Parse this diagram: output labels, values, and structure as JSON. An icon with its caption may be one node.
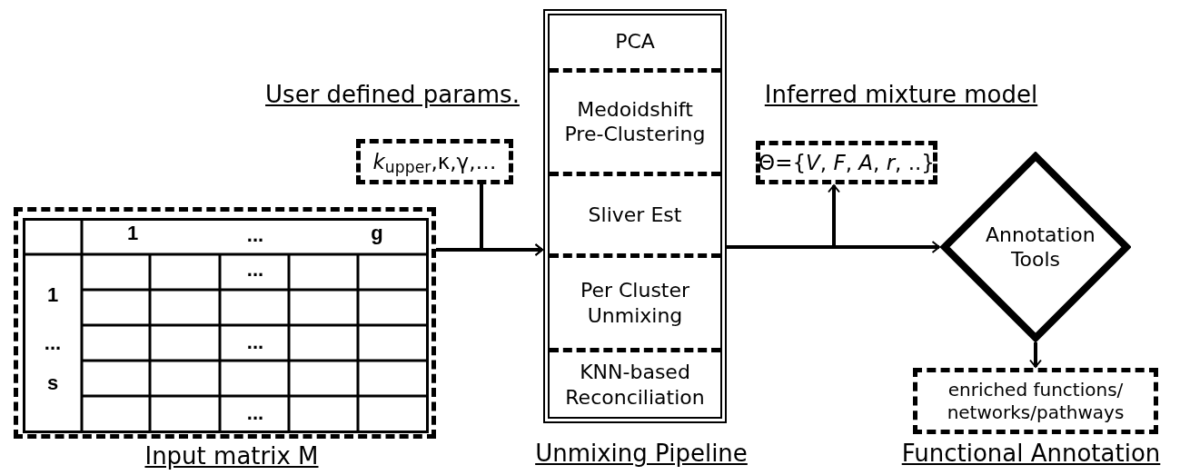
{
  "diagram": {
    "nodes": [
      {
        "text": [
          "Input matrix M"
        ]
      },
      {
        "text": [
          "User defined params.",
          "*k*$_{upper}$,κ,γ,…"
        ]
      },
      {
        "text": [
          "Unmixing Pipeline"
        ]
      },
      {
        "text": [
          "PCA"
        ],
        "in": 2
      },
      {
        "text": [
          "Medoidshift Pre-Clustering"
        ],
        "in": 2
      },
      {
        "text": [
          "Sliver Est"
        ],
        "in": 2
      },
      {
        "text": [
          "Per Cluster Unmixing"
        ],
        "in": 2
      },
      {
        "text": [
          "KNN-based Reconciliation"
        ],
        "in": 2
      },
      {
        "text": [
          "Inferred mixture model",
          "Θ={*V*, *F*, *A*, *r*, ..}"
        ]
      },
      {
        "text": [
          "Annotation Tools"
        ]
      },
      {
        "text": [
          "enriched functions/ networks/pathways",
          "Functional Annotation"
        ]
      }
    ],
    "edges": [
      {
        "from": 0,
        "to": 2,
        "arrow": "to"
      },
      {
        "from": 1,
        "to": 2,
        "arrow": "to"
      },
      {
        "from": 2,
        "to": 9,
        "arrow": "to"
      },
      {
        "from": 2,
        "to": 8,
        "arrow": "to"
      },
      {
        "from": 9,
        "to": 10,
        "arrow": "to"
      }
    ],
    "labels": [
      "1",
      "...",
      "g",
      "...",
      "1",
      "...",
      "...",
      "s",
      "..."
    ]
  }
}
